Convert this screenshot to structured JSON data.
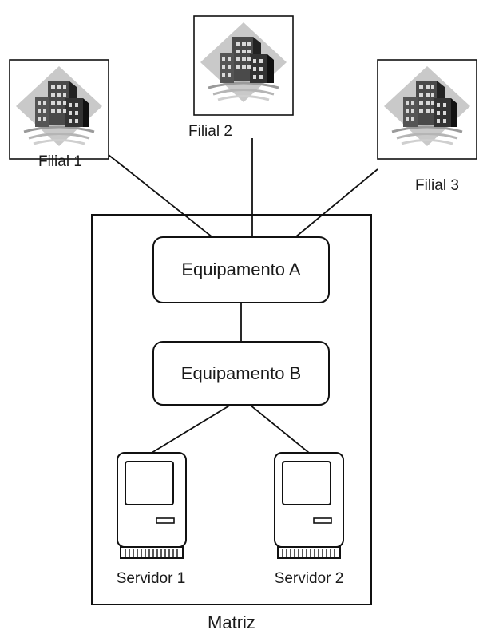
{
  "branches": [
    {
      "name": "Filial 1",
      "icon": "building-icon"
    },
    {
      "name": "Filial 2",
      "icon": "building-icon"
    },
    {
      "name": "Filial 3",
      "icon": "building-icon"
    }
  ],
  "headquarters": {
    "label": "Matriz"
  },
  "devices": {
    "equipment_a": "Equipamento A",
    "equipment_b": "Equipamento B"
  },
  "servers": [
    {
      "name": "Servidor 1",
      "icon": "server-computer-icon"
    },
    {
      "name": "Servidor 2",
      "icon": "server-computer-icon"
    }
  ]
}
